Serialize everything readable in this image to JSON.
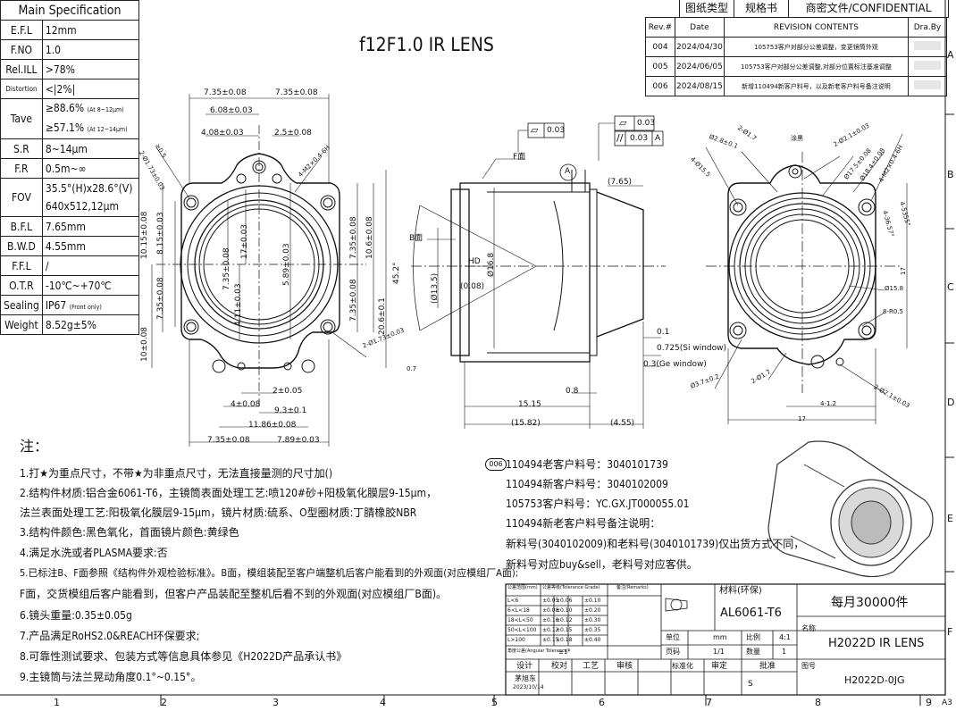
{
  "spec": {
    "header": "Main Specification",
    "rows": [
      {
        "k": "E.F.L",
        "v": "12mm"
      },
      {
        "k": "F.NO",
        "v": "1.0"
      },
      {
        "k": "Rel.ILL",
        "v": ">78%"
      },
      {
        "k": "Distortion",
        "v": "<|2%|"
      },
      {
        "k": "Tave",
        "v": "≥88.6%",
        "v_note": "(At 8~12μm)",
        "v2": "≥57.1%",
        "v2_note": "(At 12~14μm)"
      },
      {
        "k": "S.R",
        "v": "8~14μm"
      },
      {
        "k": "F.R",
        "v": "0.5m~∞"
      },
      {
        "k": "FOV",
        "v": "35.5°(H)x28.6°(V)",
        "v2": "640x512,12μm"
      },
      {
        "k": "B.F.L",
        "v": "7.65mm"
      },
      {
        "k": "B.W.D",
        "v": "4.55mm"
      },
      {
        "k": "F.F.L",
        "v": "/"
      },
      {
        "k": "O.T.R",
        "v": "-10℃~+70℃"
      },
      {
        "k": "Sealing",
        "v": "IP67",
        "v_note": "(Front only)"
      },
      {
        "k": "Weight",
        "v": "8.52g±5%"
      }
    ]
  },
  "title": "f12F1.0 IR LENS",
  "header_tabs": {
    "drawing_type_label": "图纸类型",
    "drawing_type_value": "规格书",
    "confidential": "商密文件/CONFIDENTIAL"
  },
  "revision": {
    "columns": [
      "Rev.#",
      "Date",
      "REVISION CONTENTS",
      "Dra.By"
    ],
    "rows": [
      {
        "rev": "004",
        "date": "2024/04/30",
        "content": "105753客户对部分公差调整，变更镜筒外观"
      },
      {
        "rev": "005",
        "date": "2024/06/05",
        "content": "105753客户对部分公差调整,对部分位置标注基准调整"
      },
      {
        "rev": "006",
        "date": "2024/08/15",
        "content": "新增110494新客户料号，以及新老客户料号备注说明"
      }
    ]
  },
  "zone_letters": [
    "A",
    "B",
    "C",
    "D",
    "E",
    "F"
  ],
  "zone_numbers": [
    "1",
    "2",
    "3",
    "4",
    "5",
    "6",
    "7",
    "8",
    "9"
  ],
  "sheet_size": "A3",
  "dims_front": {
    "top1": "7.35±0.08",
    "top2": "7.35±0.08",
    "d6": "6.08±0.03",
    "d4": "4.08±0.03",
    "d25": "2.5±0.08",
    "hole_tl": "2-Ø1.73±0.03",
    "hole_tl2": "≥0.5",
    "m4": "4-M2×0.4-6H",
    "l1015": "10.15±0.08",
    "l815": "8.15±0.03",
    "l735a": "7.35±0.08",
    "l735b": "7.35±0.08",
    "l10": "10±0.08",
    "c17": "17±0.03",
    "c735": "7.35±0.08",
    "c589": "5.89±0.03",
    "c411": "4.11±0.03",
    "r735": "7.35±0.08",
    "r106": "10.6±0.08",
    "r735b": "7.35±0.08",
    "r206": "20.6±0.1",
    "hole_br": "2-Ø1.73±0.03",
    "hole_br2": "0.7",
    "b205": "2±0.05",
    "b4": "4±0.08",
    "b93": "9.3±0.1",
    "b1186": "11.86±0.08",
    "bot1": "7.35±0.08",
    "bot2": "7.89±0.03"
  },
  "dims_side": {
    "f_mark": "F面",
    "b_mark": "B面",
    "hd": "HD",
    "d135": "(Ø13.5)",
    "d008": "(0.08)",
    "d168": "Ø16.8",
    "ang": "45.2°",
    "c765": "(7.65)",
    "c01": "0.1",
    "c0725": "0.725(Si window)",
    "c03": "0.3(Ge window)",
    "c1515": "15.15",
    "c08": "0.8",
    "c1582": "(15.82)",
    "c455": "(4.55)",
    "gdt1_val": "0.03",
    "gdt2_val": "0.03",
    "gdt3_val": "0.03",
    "gdt3_ref": "A",
    "datum": "A"
  },
  "dims_rear": {
    "d28": "Ø2.8±0.1",
    "d17": "2-Ø1.7",
    "wrench": "涂黑",
    "d21": "2-Ø2.1±0.03",
    "d175": "Ø17.5±0.08",
    "d184": "Ø18.4±0.08",
    "m4": "4-M2×0.4-6H",
    "pcd": "4-Ø15.5",
    "r5355": "4-5355°",
    "r3657": "4-36.57°",
    "d158": "Ø15.8",
    "r05": "8-R0.5",
    "r17": "17",
    "b37": "Ø3.7±0.2",
    "b2r": "2-Ø1.7",
    "b21": "2-Ø2.1±0.03",
    "b412": "4-1.2",
    "b17": "17"
  },
  "notes": {
    "title": "注：",
    "items": [
      "1.打★为重点尺寸，不带★为非重点尺寸，无法直接量测的尺寸加()",
      "2.结构件材质:铝合金6061-T6，主镜筒表面处理工艺:喷120#砂+阳极氧化膜层9-15μm，",
      "法兰表面处理工艺:阳极氧化膜层9-15μm，镜片材质:硫系、O型圈材质:丁腈橡胶NBR",
      "3.结构件颜色:黑色氧化，首面镜片颜色:黄绿色",
      "4.满足水洗或者PLASMA要求:否",
      "5.已标注B、F面参照《结构件外观检验标准》。B面，模组装配至客户端整机后客户能看到的外观面(对应模组厂A面);",
      "F面，交货模组后客户能看到，但客户产品装配至整机后看不到的外观面(对应模组厂B面)。",
      "6.镜头重量:0.35±0.05g",
      "7.产品满足RoHS2.0&REACH环保要求;",
      "8.可靠性测试要求、包装方式等信息具体参见《H2022D产品承认书》",
      "9.主镜筒与法兰晃动角度0.1°~0.15°。"
    ]
  },
  "part_numbers": {
    "rev_tag": "006",
    "lines": [
      "110494老客户料号：3040101739",
      "110494新客户料号：3040102009",
      "105753客户料号：YC.GX.JT000055.01",
      "110494新老客户料号备注说明：",
      "新料号(3040102009)和老料号(3040101739)仅出货方式不同，",
      "新料号对应buy&sell，老料号对应客供。"
    ]
  },
  "title_block": {
    "tol_head": "公差范围(mm)",
    "tol_grade": "公差等级(Tolerance Grade)",
    "remarks": "备注(Remarks)",
    "tol_rows": [
      {
        "r": "L<6",
        "a": "±0.05",
        "b": "±0.06",
        "c": "±0.10"
      },
      {
        "r": "6<L<18",
        "a": "±0.08",
        "b": "±0.10",
        "c": "±0.20"
      },
      {
        "r": "18<L<50",
        "a": "±0.10",
        "b": "±0.12",
        "c": "±0.30"
      },
      {
        "r": "50<L<100",
        "a": "±0.12",
        "b": "±0.15",
        "c": "±0.35"
      },
      {
        "r": "L>100",
        "a": "±0.15",
        "b": "±0.18",
        "c": "±0.40"
      }
    ],
    "ang_tol": "角度公差(Angular Tolerance)",
    "ang_val": "±1°",
    "material_label": "材料(环保)",
    "material": "AL6061-T6",
    "monthly": "每月30000件",
    "unit_label": "单位",
    "unit": "mm",
    "scale_label": "比例",
    "scale": "4:1",
    "name_label": "名称",
    "name": "H2022D IR LENS",
    "page_label": "页码",
    "page": "1/1",
    "qty_label": "数量",
    "qty": "1",
    "design": "设计",
    "check": "校对",
    "process": "工艺",
    "audit": "审核",
    "standard": "标准化",
    "review": "审定",
    "approve": "批准",
    "drawing_no_label": "图号",
    "drawing_no": "H2022D-0JG",
    "designer": "茅旭东",
    "design_date": "2023/10/14",
    "sheet_letter": "S"
  }
}
